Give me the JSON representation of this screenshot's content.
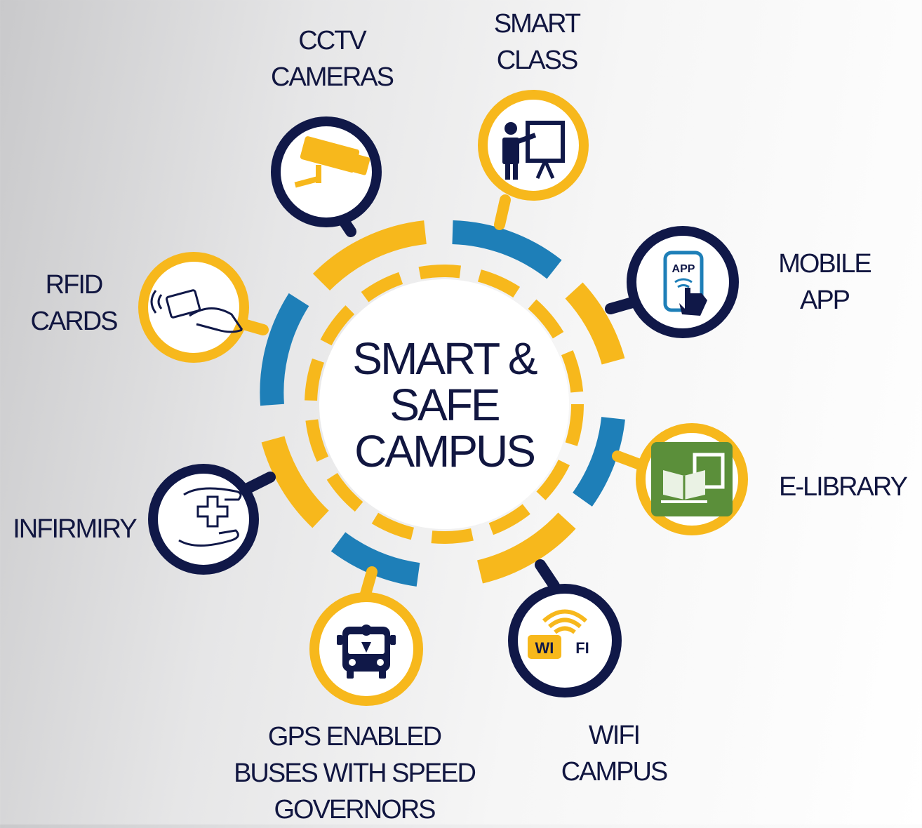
{
  "center": {
    "lines": [
      "SMART &",
      "SAFE",
      "CAMPUS"
    ]
  },
  "colors": {
    "navy": "#101848",
    "yellow": "#f7b81c",
    "blue": "#1e7fb8",
    "text": "#111640",
    "green": "#5b8f3a"
  },
  "features": [
    {
      "id": "cctv",
      "lines": [
        "CCTV",
        "CAMERAS"
      ],
      "icon": "cctv-camera-icon",
      "ring": "navy"
    },
    {
      "id": "smart-class",
      "lines": [
        "SMART",
        "CLASS"
      ],
      "icon": "teacher-board-icon",
      "ring": "yellow"
    },
    {
      "id": "mobile-app",
      "lines": [
        "MOBILE",
        "APP"
      ],
      "icon": "mobile-app-icon",
      "icon_text": "APP",
      "ring": "navy"
    },
    {
      "id": "e-library",
      "lines": [
        "E-LIBRARY"
      ],
      "icon": "e-library-icon",
      "ring": "yellow"
    },
    {
      "id": "wifi",
      "lines": [
        "WIFI",
        "CAMPUS"
      ],
      "icon": "wifi-icon",
      "icon_text": [
        "WI",
        "FI"
      ],
      "ring": "navy"
    },
    {
      "id": "gps-bus",
      "lines": [
        "GPS ENABLED",
        "BUSES WITH SPEED",
        "GOVERNORS"
      ],
      "icon": "gps-bus-icon",
      "ring": "yellow"
    },
    {
      "id": "infirmary",
      "lines": [
        "INFIRMIRY"
      ],
      "icon": "medical-hands-icon",
      "ring": "navy"
    },
    {
      "id": "rfid",
      "lines": [
        "RFID",
        "CARDS"
      ],
      "icon": "rfid-card-icon",
      "ring": "yellow"
    }
  ]
}
